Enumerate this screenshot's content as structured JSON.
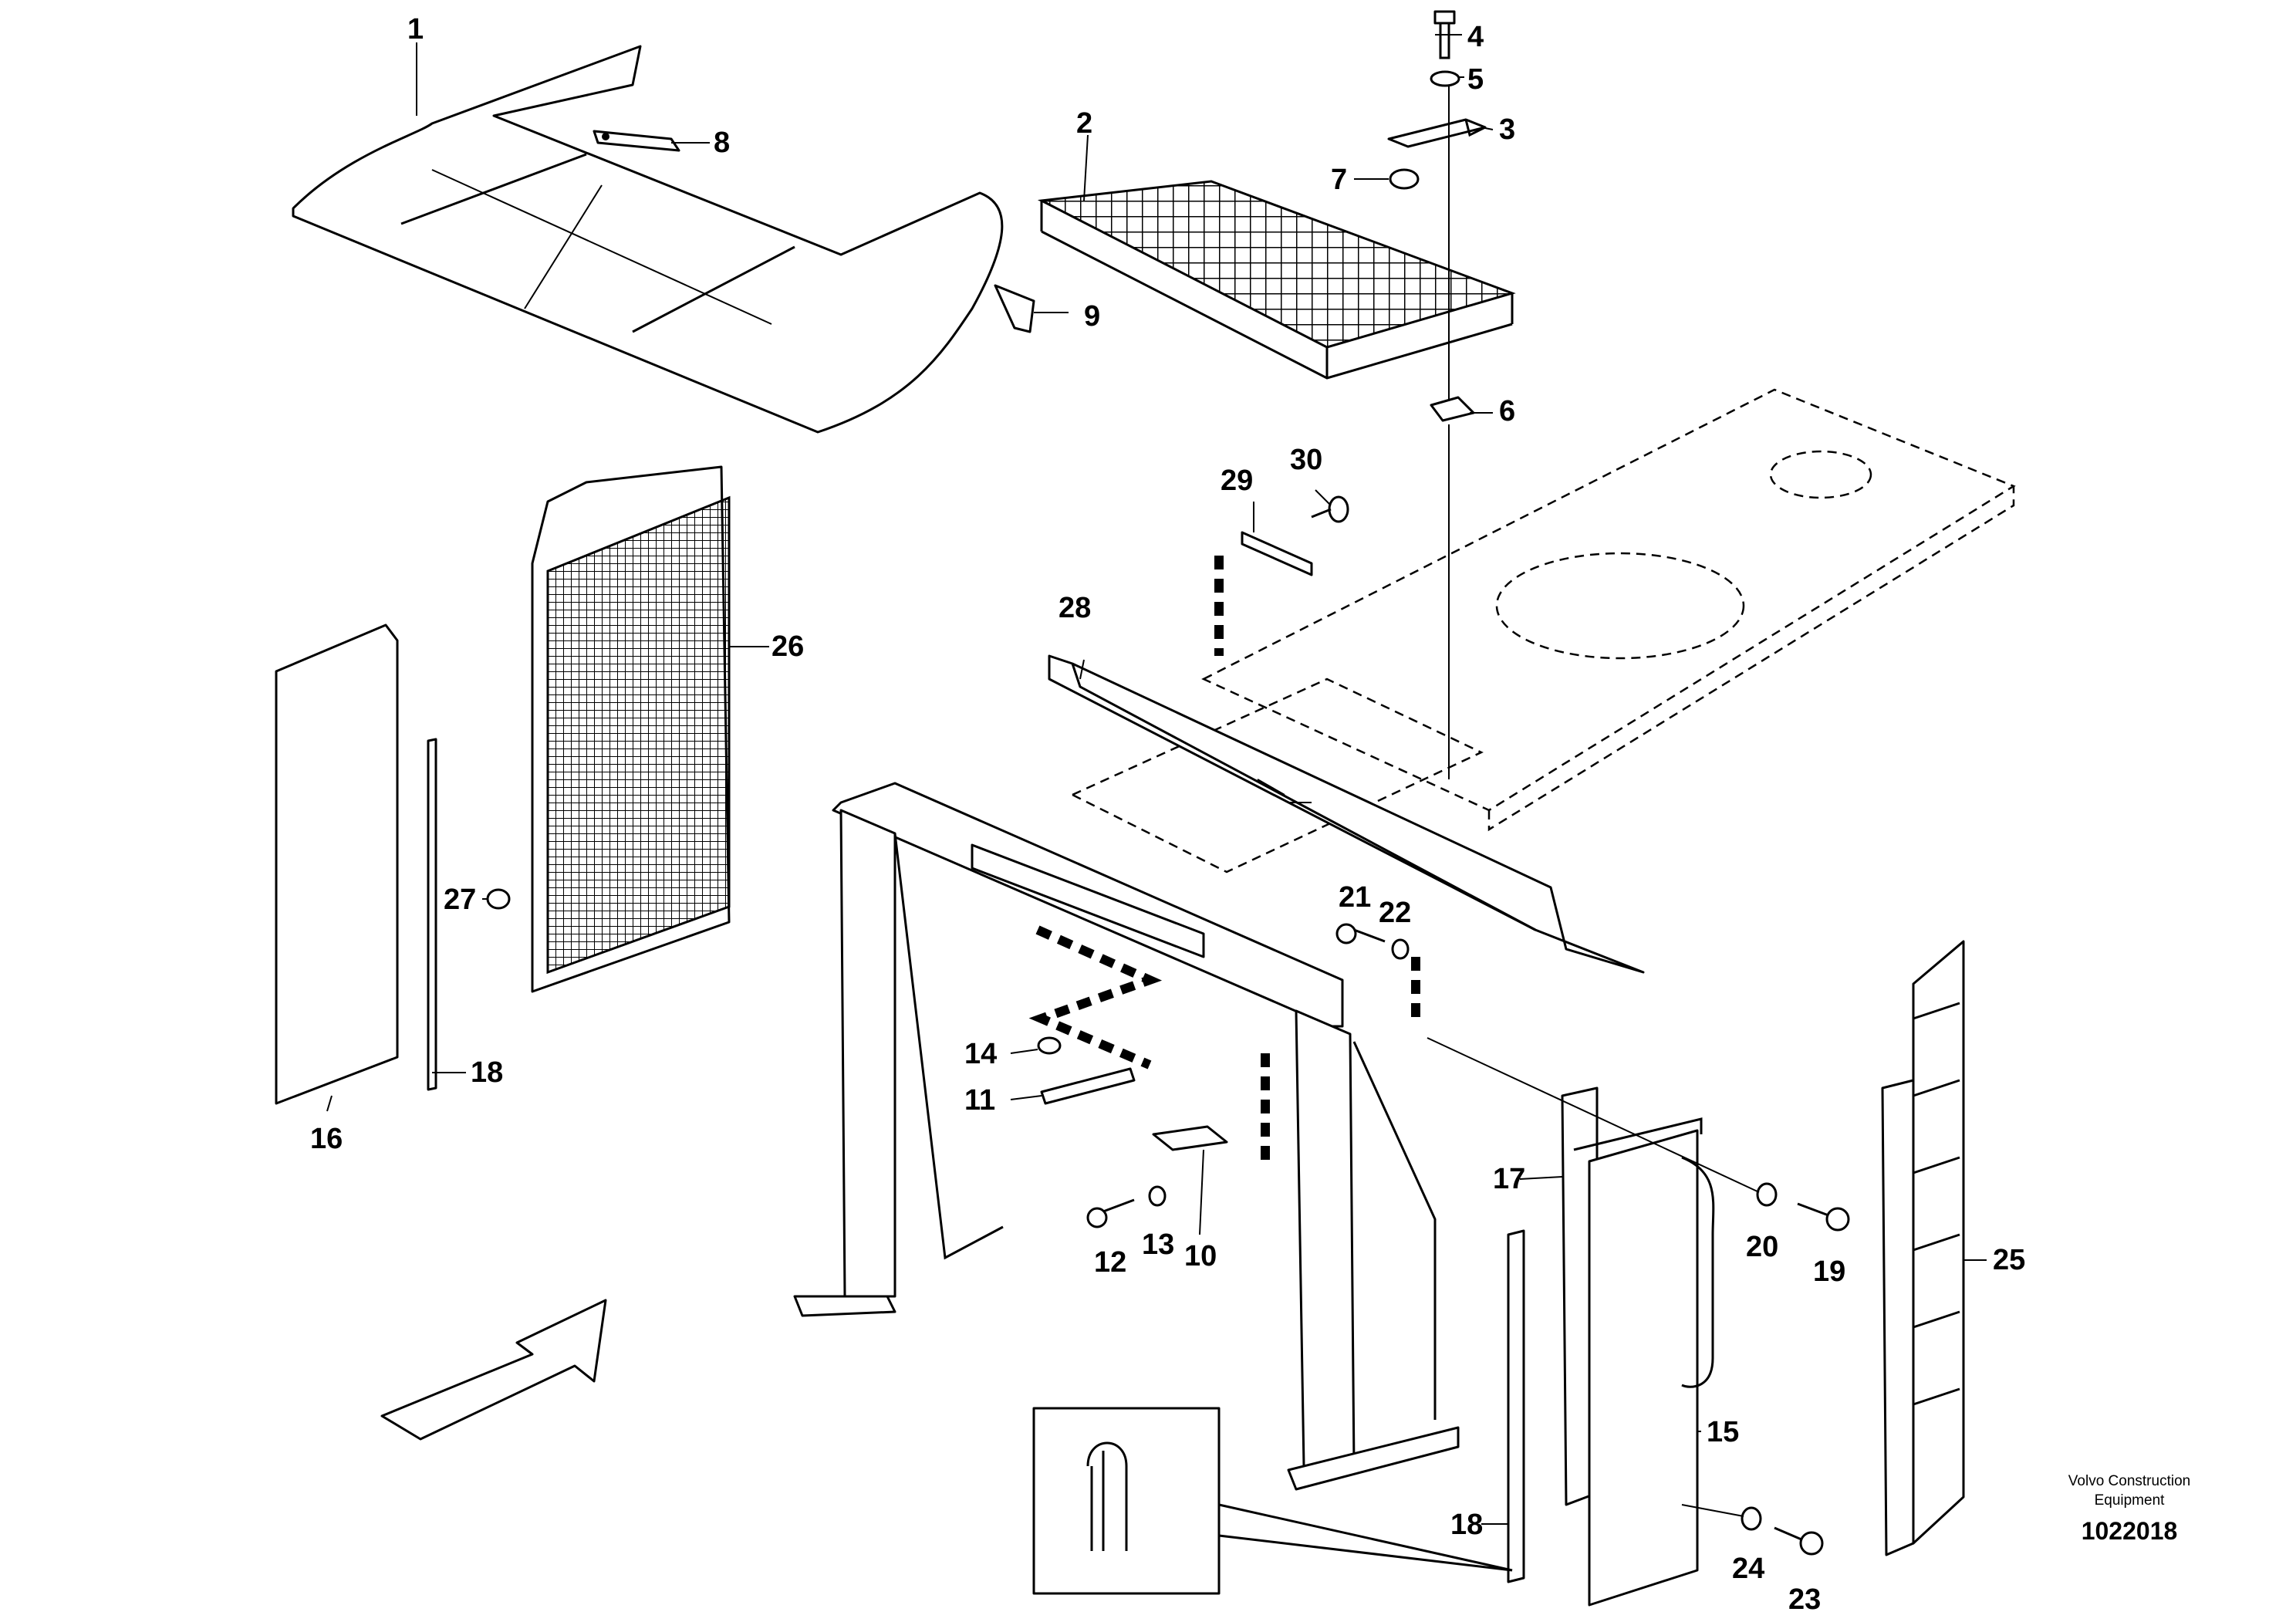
{
  "diagram": {
    "callouts": [
      "1",
      "2",
      "3",
      "4",
      "5",
      "6",
      "7",
      "8",
      "9",
      "10",
      "11",
      "12",
      "13",
      "14",
      "15",
      "16",
      "17",
      "18",
      "18",
      "19",
      "20",
      "21",
      "22",
      "23",
      "24",
      "25",
      "26",
      "27",
      "28",
      "29",
      "30"
    ],
    "brand_line1": "Volvo Construction",
    "brand_line2": "Equipment",
    "document_number": "1022018"
  }
}
